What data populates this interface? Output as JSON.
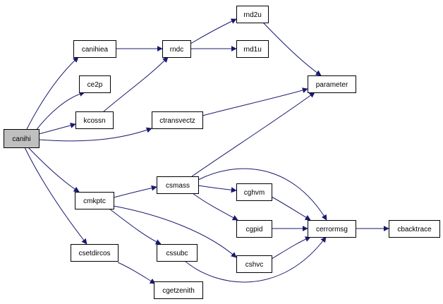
{
  "colors": {
    "edge": "#191970",
    "node_fill": "#ffffff",
    "root_fill": "#bfbfbf",
    "border": "#000000"
  },
  "nodes": [
    {
      "id": "canihi",
      "label": "canihi",
      "root": true
    },
    {
      "id": "canihiea",
      "label": "canihiea"
    },
    {
      "id": "ce2p",
      "label": "ce2p"
    },
    {
      "id": "kcossn",
      "label": "kcossn"
    },
    {
      "id": "ctransvectz",
      "label": "ctransvectz"
    },
    {
      "id": "cmkptc",
      "label": "cmkptc"
    },
    {
      "id": "csetdircos",
      "label": "csetdircos"
    },
    {
      "id": "rndc",
      "label": "rndc"
    },
    {
      "id": "rnd2u",
      "label": "rnd2u"
    },
    {
      "id": "rnd1u",
      "label": "rnd1u"
    },
    {
      "id": "parameter",
      "label": "parameter"
    },
    {
      "id": "csmass",
      "label": "csmass"
    },
    {
      "id": "cssubc",
      "label": "cssubc"
    },
    {
      "id": "cgetzenith",
      "label": "cgetzenith"
    },
    {
      "id": "cghvm",
      "label": "cghvm"
    },
    {
      "id": "cgpid",
      "label": "cgpid"
    },
    {
      "id": "cshvc",
      "label": "cshvc"
    },
    {
      "id": "cerrormsg",
      "label": "cerrormsg"
    },
    {
      "id": "cbacktrace",
      "label": "cbacktrace"
    }
  ],
  "edges": [
    {
      "from": "canihi",
      "to": "canihiea"
    },
    {
      "from": "canihi",
      "to": "ce2p"
    },
    {
      "from": "canihi",
      "to": "kcossn"
    },
    {
      "from": "canihi",
      "to": "ctransvectz"
    },
    {
      "from": "canihi",
      "to": "cmkptc"
    },
    {
      "from": "canihi",
      "to": "csetdircos"
    },
    {
      "from": "canihiea",
      "to": "rndc"
    },
    {
      "from": "kcossn",
      "to": "rndc"
    },
    {
      "from": "rndc",
      "to": "rnd2u"
    },
    {
      "from": "rndc",
      "to": "rnd1u"
    },
    {
      "from": "rnd2u",
      "to": "parameter"
    },
    {
      "from": "ctransvectz",
      "to": "parameter"
    },
    {
      "from": "csmass",
      "to": "parameter"
    },
    {
      "from": "cmkptc",
      "to": "csmass"
    },
    {
      "from": "cmkptc",
      "to": "cssubc"
    },
    {
      "from": "cmkptc",
      "to": "cshvc"
    },
    {
      "from": "csetdircos",
      "to": "cgetzenith"
    },
    {
      "from": "csmass",
      "to": "cghvm"
    },
    {
      "from": "csmass",
      "to": "cgpid"
    },
    {
      "from": "csmass",
      "to": "cerrormsg"
    },
    {
      "from": "cghvm",
      "to": "cerrormsg"
    },
    {
      "from": "cgpid",
      "to": "cerrormsg"
    },
    {
      "from": "cshvc",
      "to": "cerrormsg"
    },
    {
      "from": "cssubc",
      "to": "cerrormsg"
    },
    {
      "from": "cerrormsg",
      "to": "cbacktrace"
    }
  ]
}
